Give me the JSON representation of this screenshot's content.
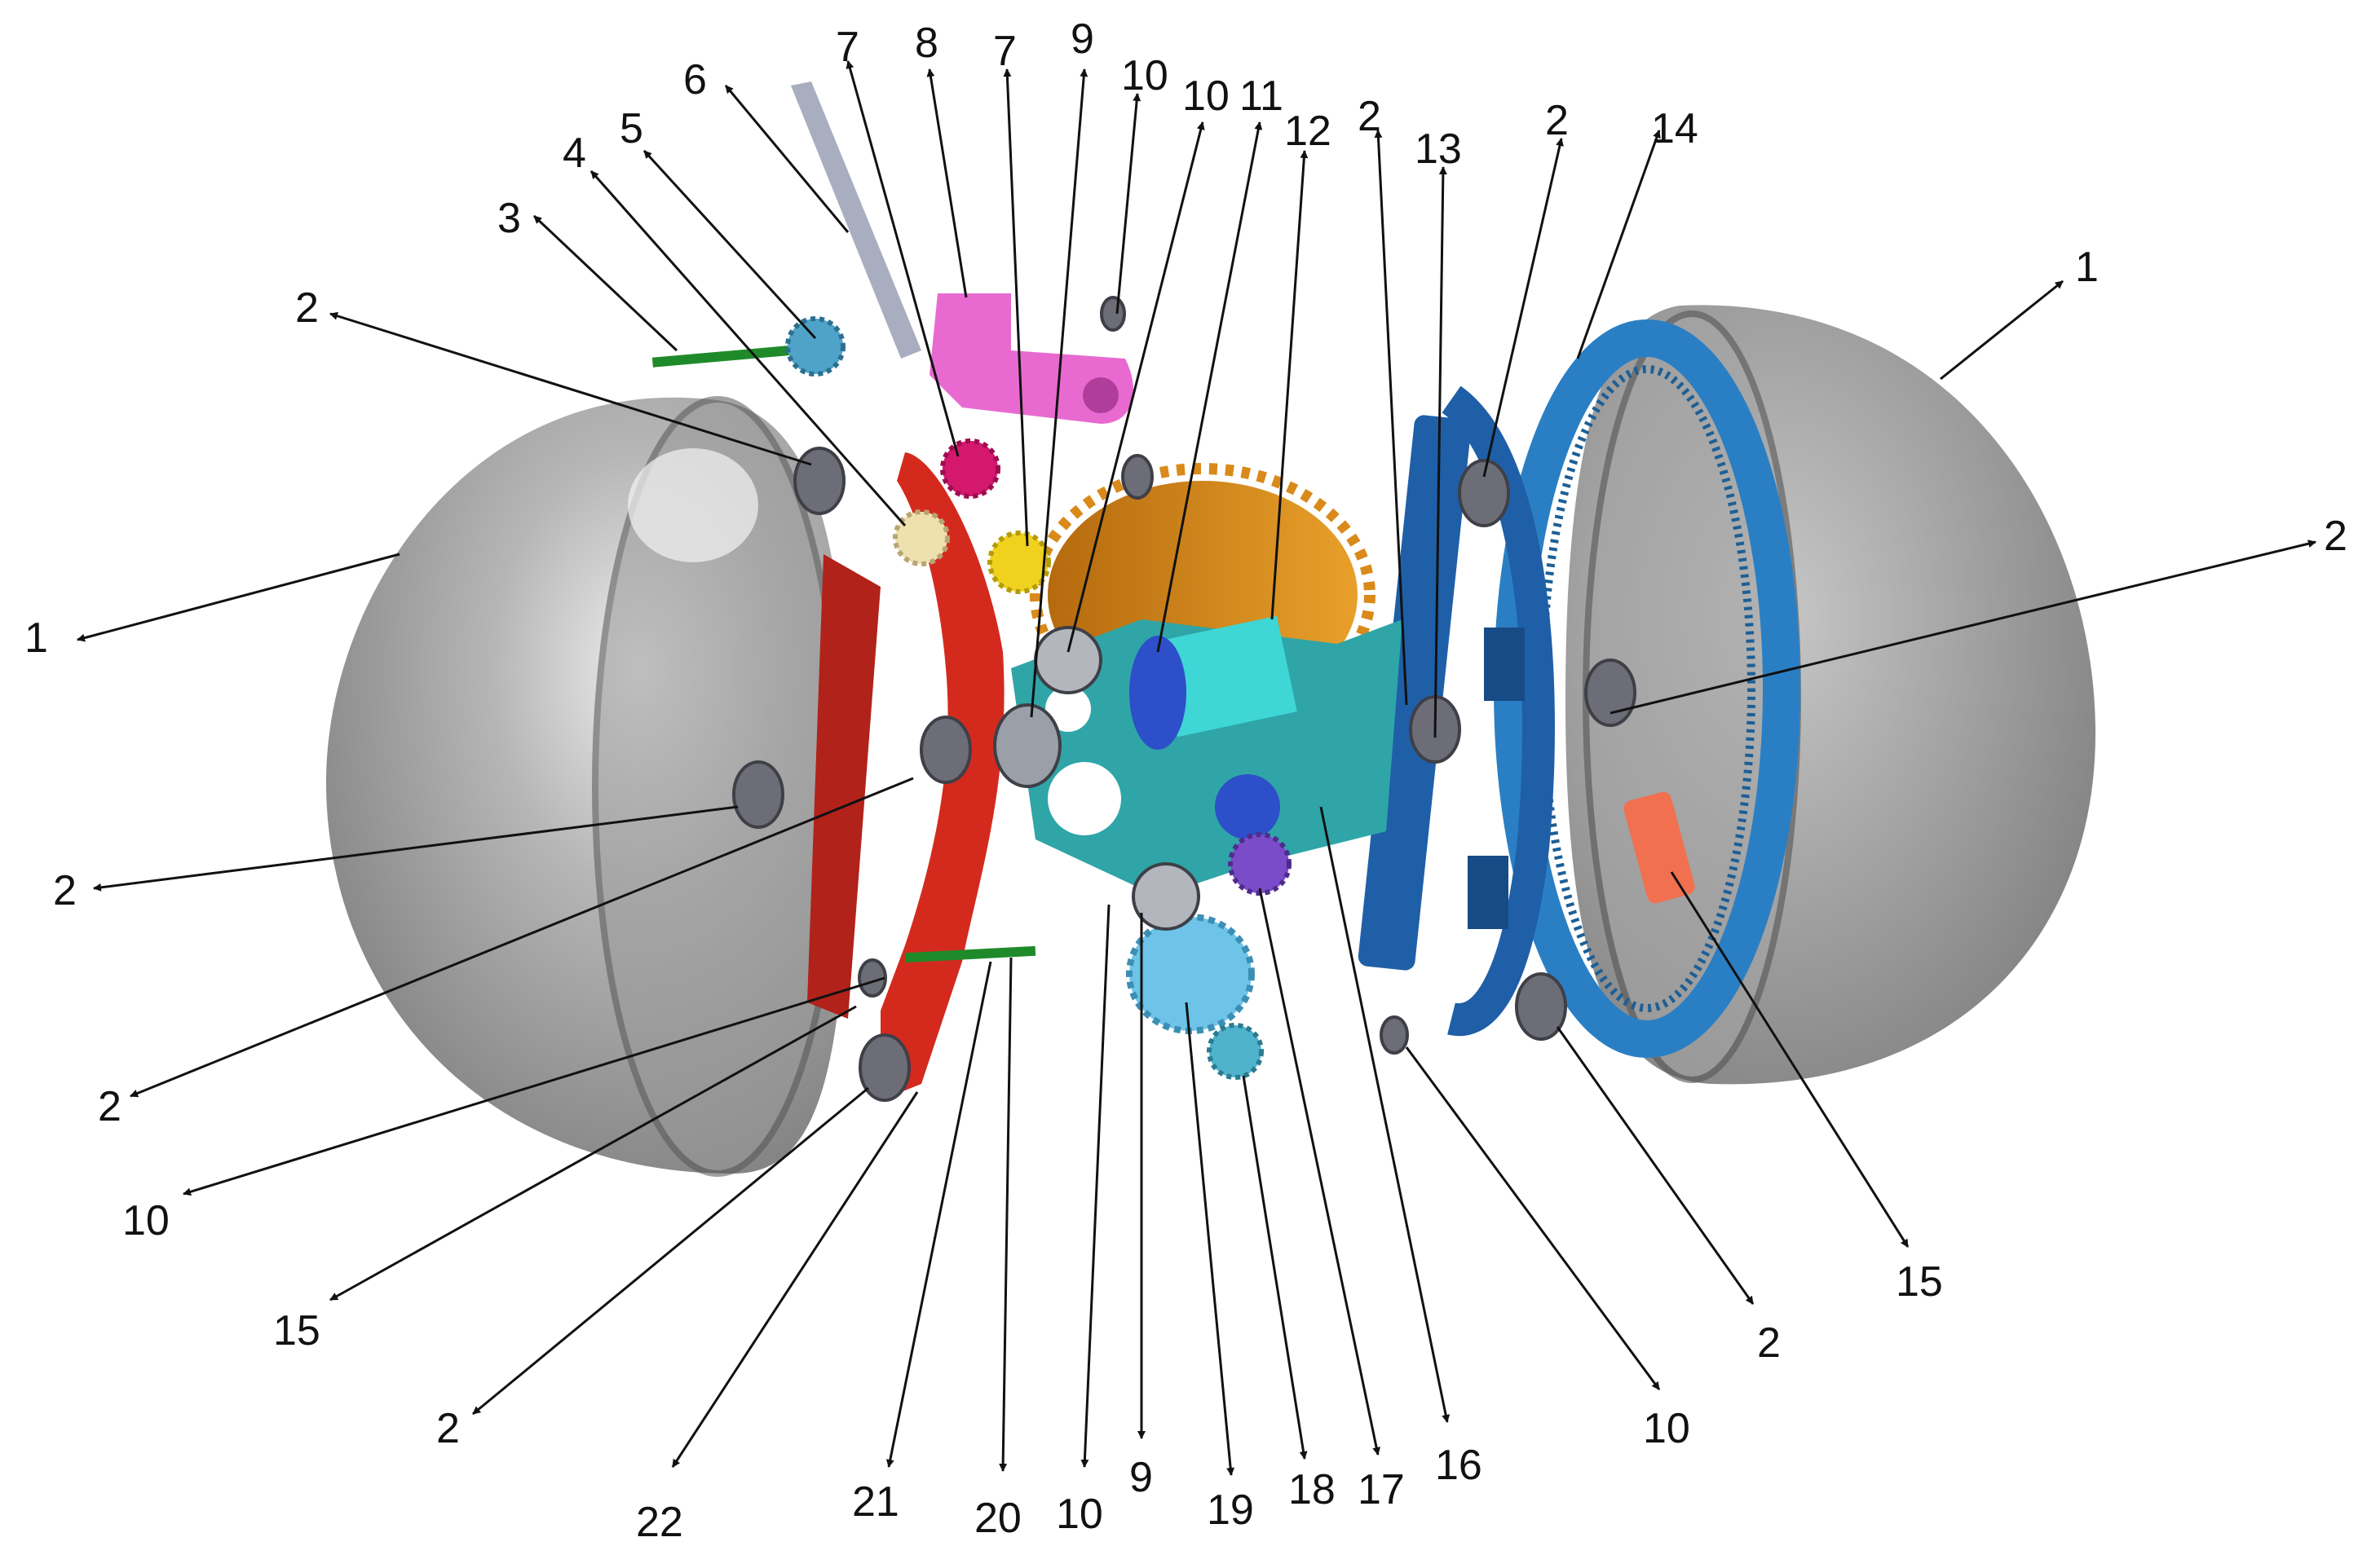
{
  "figure": {
    "labels": [
      {
        "id": "l1-left",
        "text": "1"
      },
      {
        "id": "l1-right",
        "text": "1"
      },
      {
        "id": "l2-a",
        "text": "2"
      },
      {
        "id": "l2-b",
        "text": "2"
      },
      {
        "id": "l2-c",
        "text": "2"
      },
      {
        "id": "l2-d",
        "text": "2"
      },
      {
        "id": "l2-e",
        "text": "2"
      },
      {
        "id": "l2-f",
        "text": "2"
      },
      {
        "id": "l2-g",
        "text": "2"
      },
      {
        "id": "l2-h",
        "text": "2"
      },
      {
        "id": "l3",
        "text": "3"
      },
      {
        "id": "l4",
        "text": "4"
      },
      {
        "id": "l5",
        "text": "5"
      },
      {
        "id": "l6",
        "text": "6"
      },
      {
        "id": "l7-a",
        "text": "7"
      },
      {
        "id": "l7-b",
        "text": "7"
      },
      {
        "id": "l8",
        "text": "8"
      },
      {
        "id": "l9-top",
        "text": "9"
      },
      {
        "id": "l9-bottom",
        "text": "9"
      },
      {
        "id": "l10-a",
        "text": "10"
      },
      {
        "id": "l10-b",
        "text": "10"
      },
      {
        "id": "l10-c",
        "text": "10"
      },
      {
        "id": "l10-d",
        "text": "10"
      },
      {
        "id": "l10-e",
        "text": "10"
      },
      {
        "id": "l11",
        "text": "11"
      },
      {
        "id": "l12",
        "text": "12"
      },
      {
        "id": "l13",
        "text": "13"
      },
      {
        "id": "l14",
        "text": "14"
      },
      {
        "id": "l15-left",
        "text": "15"
      },
      {
        "id": "l15-right",
        "text": "15"
      },
      {
        "id": "l16",
        "text": "16"
      },
      {
        "id": "l17",
        "text": "17"
      },
      {
        "id": "l18",
        "text": "18"
      },
      {
        "id": "l19",
        "text": "19"
      },
      {
        "id": "l20",
        "text": "20"
      },
      {
        "id": "l21",
        "text": "21"
      },
      {
        "id": "l22",
        "text": "22"
      }
    ],
    "colors": {
      "shell": "#8e8e8e",
      "red_frame": "#d42a1e",
      "blue_ring": "#2a7fc4",
      "blue_frame": "#1f5fa8",
      "teal_chassis": "#2fa5a8",
      "cyan_motor": "#3fd6d6",
      "orange_gear": "#d98a1a",
      "pink_bracket": "#e86ad0",
      "magenta_gear": "#d4186e",
      "yellow_gear": "#f0d21e",
      "purple_gear": "#7b4cc9",
      "light_blue_gear": "#6ec3e8",
      "green_shaft": "#1f8a2a",
      "salmon_block": "#f07050",
      "grey_parts": "#7d7d86"
    }
  }
}
